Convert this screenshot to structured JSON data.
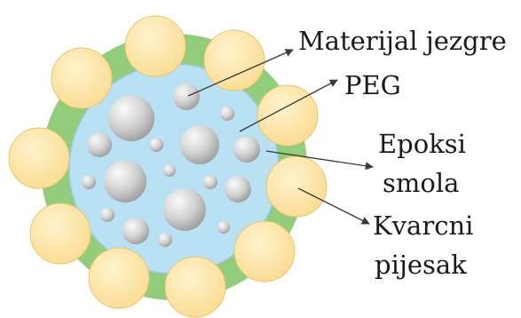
{
  "labels": {
    "core": "Materijal jezgre",
    "peg": "PEG",
    "epoxy_line1": "Epoksi",
    "epoxy_line2": "smola",
    "sand_line1": "Kvarcni",
    "sand_line2": "pijesak"
  },
  "colors": {
    "shell": "#92cd7b",
    "core": "#b9e1f4",
    "core_stroke": "#9ec9dd",
    "grains": "#fbe19d",
    "grains_stroke": "#e8c56c",
    "particles": "#c9c9c9",
    "arrows": "#3a3a3a"
  }
}
